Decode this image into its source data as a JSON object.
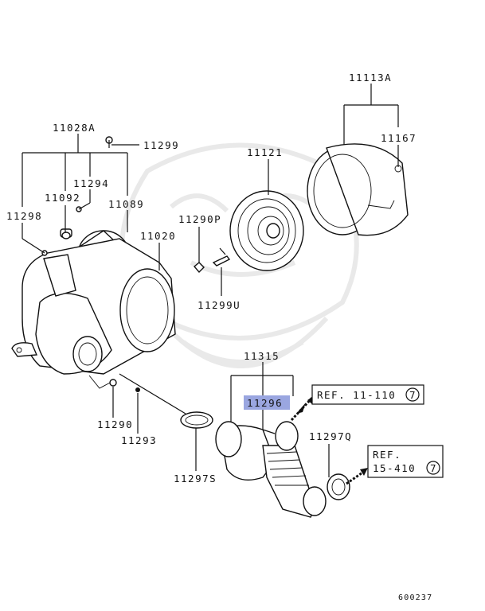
{
  "labels": {
    "p11113A": "11113A",
    "p11167": "11167",
    "p11121": "11121",
    "p11028A": "11028A",
    "p11299": "11299",
    "p11294": "11294",
    "p11092": "11092",
    "p11089": "11089",
    "p11298": "11298",
    "p11290P": "11290P",
    "p11020": "11020",
    "p11299U": "11299U",
    "p11315": "11315",
    "p11296": "11296",
    "p11297Q": "11297Q",
    "p11290": "11290",
    "p11293": "11293",
    "p11297S": "11297S"
  },
  "references": {
    "ref1_text": "REF. 11-110",
    "ref1_num": "7",
    "ref2_line1": "REF.",
    "ref2_line2": "15-410",
    "ref2_num": "7"
  },
  "highlight_color": "#9aa6e0",
  "diagram_id": "600237"
}
